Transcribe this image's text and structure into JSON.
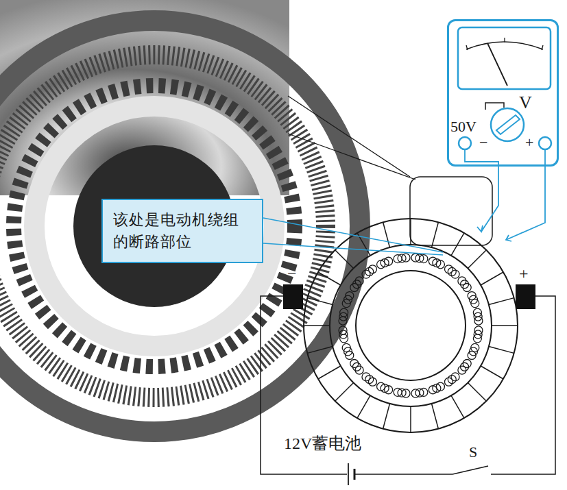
{
  "diagram": {
    "nodes": [
      {
        "text": [
          "该处是电动机绕组的断路部位"
        ]
      },
      {
        "text": [
          "V",
          "50V",
          "−",
          "+"
        ]
      }
    ],
    "labels": [
      "−",
      "+",
      "12V蓄电池",
      "S"
    ]
  }
}
